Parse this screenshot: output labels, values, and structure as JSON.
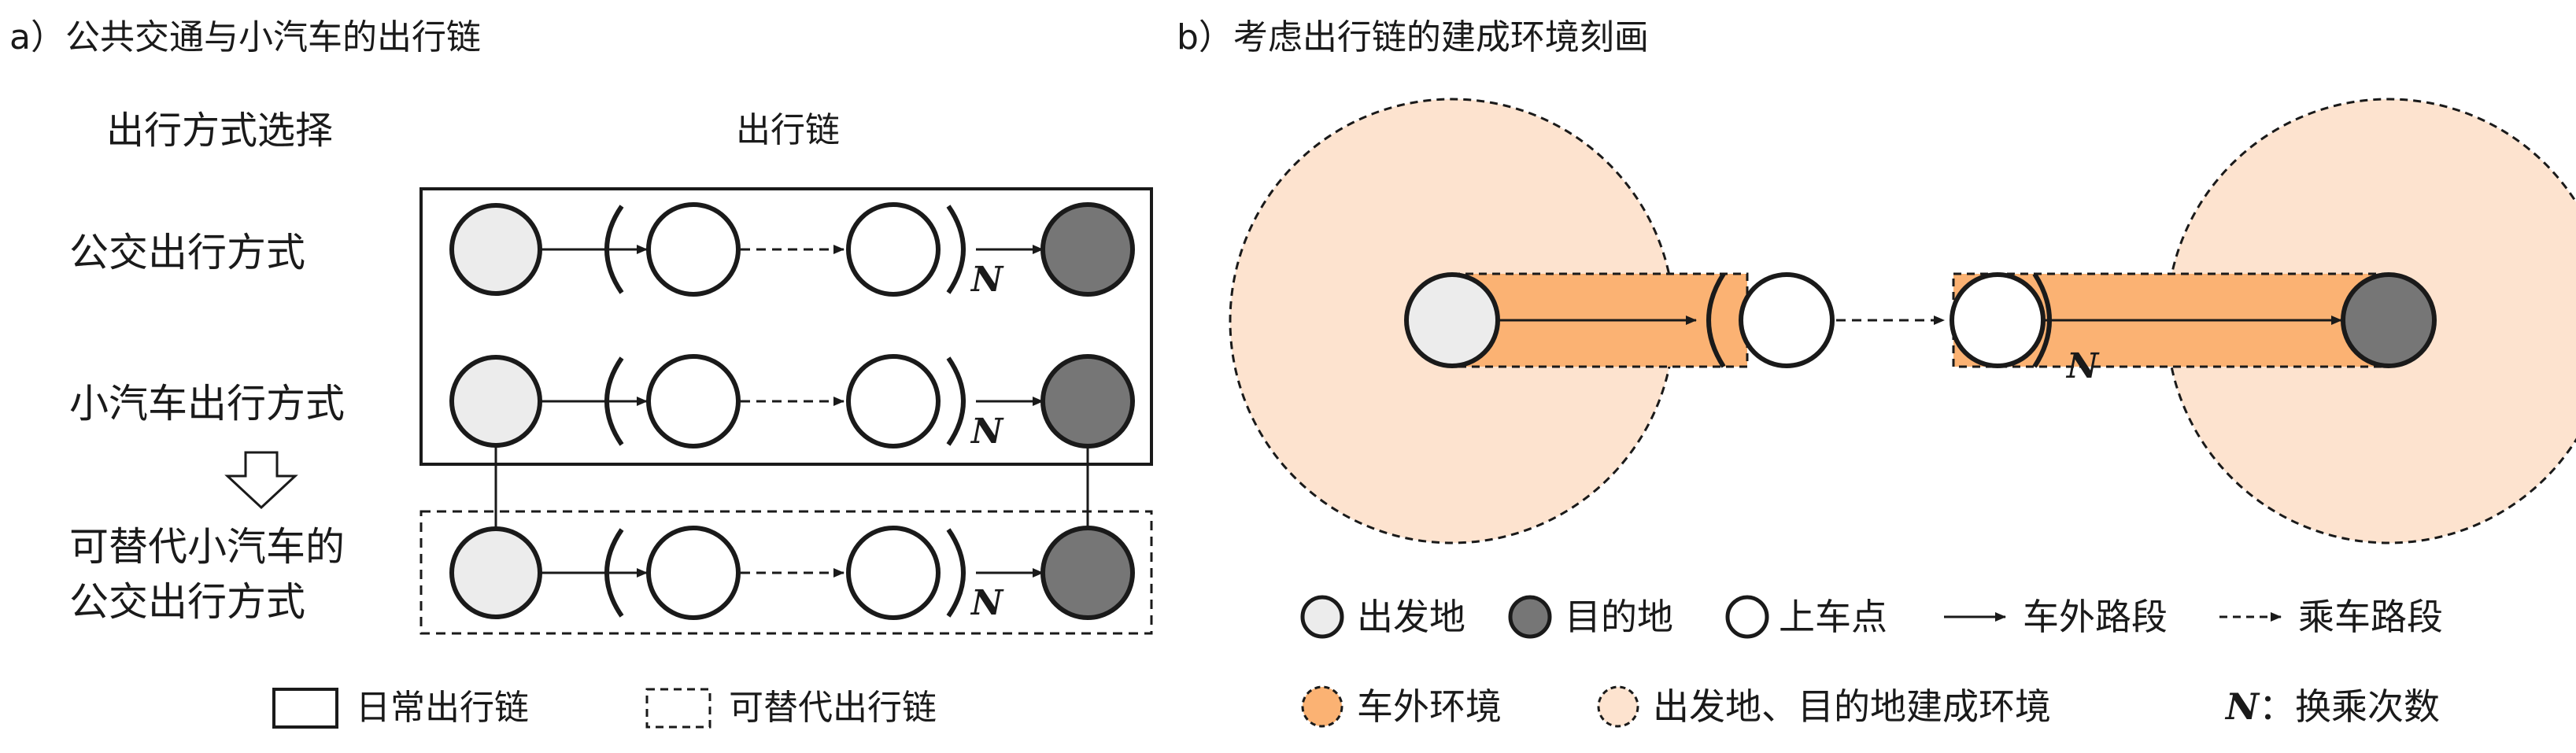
{
  "panel_a": {
    "title": "a）公共交通与小汽车的出行链",
    "col_mode": "出行方式选择",
    "col_chain": "出行链",
    "rows": [
      {
        "label_line1": "公交出行方式",
        "label_line2": ""
      },
      {
        "label_line1": "小汽车出行方式",
        "label_line2": ""
      },
      {
        "label_line1": "可替代小汽车的",
        "label_line2": "公交出行方式"
      }
    ],
    "n_label": "N",
    "legend": {
      "solid_box": "日常出行链",
      "dashed_box": "可替代出行链"
    }
  },
  "panel_b": {
    "title": "b）考虑出行链的建成环境刻画",
    "n_label": "N",
    "legend": {
      "origin": "出发地",
      "destination": "目的地",
      "boarding": "上车点",
      "off_vehicle_segment": "车外路段",
      "in_vehicle_segment": "乘车路段",
      "off_vehicle_env": "车外环境",
      "od_env": "出发地、目的地建成环境",
      "n_key": "N",
      "n_desc": "：换乘次数"
    }
  },
  "colors": {
    "origin_fill": "#ececec",
    "destination_fill": "#767676",
    "boarding_fill": "#ffffff",
    "off_vehicle_env": "#fbb273",
    "od_env": "#fde3cf",
    "stroke": "#1a1a1a"
  }
}
